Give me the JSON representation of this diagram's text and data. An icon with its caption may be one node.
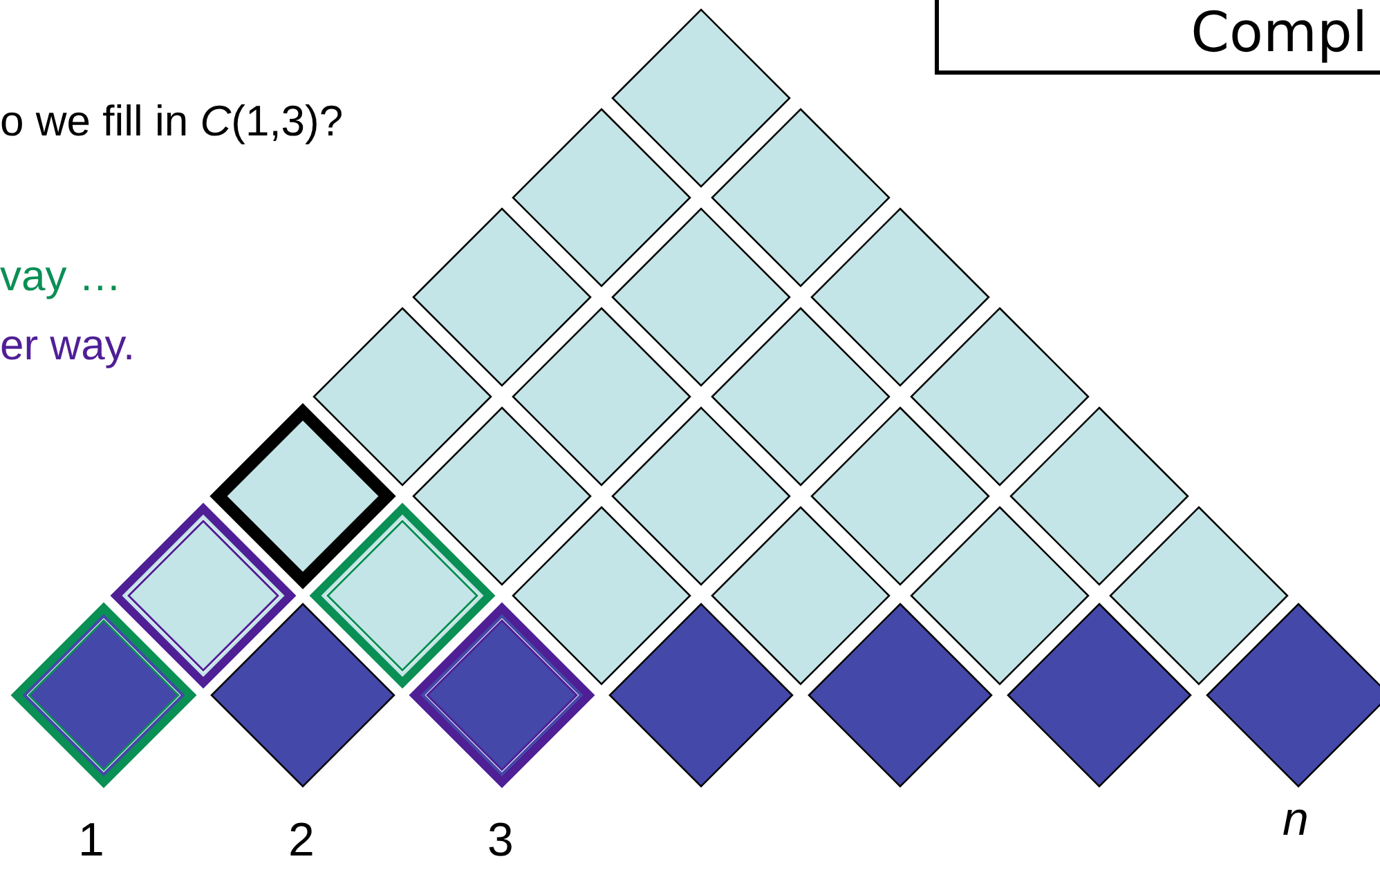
{
  "diagram": {
    "nodes": [
      {
        "text": [
          "Compl"
        ]
      },
      {
        "text": [],
        "shape": "diamond"
      },
      {
        "text": [],
        "shape": "diamond"
      },
      {
        "text": [],
        "shape": "diamond"
      },
      {
        "text": [],
        "shape": "diamond"
      },
      {
        "text": [],
        "shape": "diamond"
      },
      {
        "text": [],
        "shape": "diamond"
      },
      {
        "text": [],
        "shape": "diamond"
      },
      {
        "text": [],
        "shape": "diamond"
      },
      {
        "text": [],
        "shape": "diamond"
      },
      {
        "text": [],
        "shape": "diamond"
      },
      {
        "text": [],
        "shape": "diamond"
      },
      {
        "text": [],
        "shape": "diamond"
      },
      {
        "text": [],
        "shape": "diamond"
      },
      {
        "text": [],
        "shape": "diamond"
      },
      {
        "text": [],
        "shape": "diamond"
      },
      {
        "text": [],
        "shape": "diamond"
      },
      {
        "text": [],
        "shape": "diamond"
      },
      {
        "text": [],
        "shape": "diamond"
      },
      {
        "text": [],
        "shape": "diamond"
      },
      {
        "text": [],
        "shape": "diamond"
      },
      {
        "text": [],
        "shape": "diamond"
      },
      {
        "text": [],
        "shape": "diamond"
      },
      {
        "text": [],
        "shape": "diamond"
      },
      {
        "text": [],
        "shape": "diamond"
      },
      {
        "text": [],
        "shape": "diamond"
      },
      {
        "text": [],
        "shape": "diamond"
      },
      {
        "text": [],
        "shape": "diamond"
      },
      {
        "text": [],
        "shape": "diamond"
      }
    ],
    "labels": [
      "o we fill in *C*(1,3)?",
      "vay …",
      "er way.",
      "1",
      "2",
      "3",
      "*n*"
    ]
  }
}
